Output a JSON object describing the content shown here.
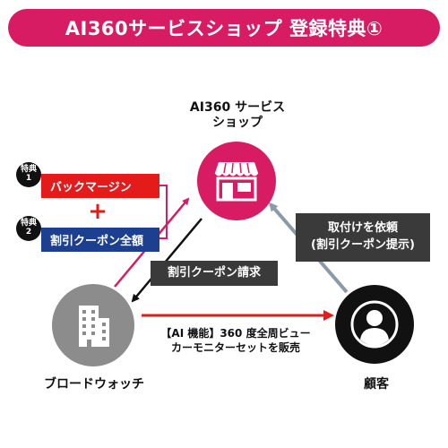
{
  "title": "AI360サービスショップ 登録特典①",
  "nodes": {
    "shop": {
      "label_line1": "AI360 サービス",
      "label_line2": "ショップ",
      "icon": "store-icon"
    },
    "broad_watch": {
      "label": "ブロードウォッチ",
      "icon": "building-icon"
    },
    "customer": {
      "label": "顧客",
      "icon": "person-icon"
    }
  },
  "benefits": {
    "badge1": {
      "line1": "特典",
      "line2": "1"
    },
    "badge2": {
      "line1": "特典",
      "line2": "2"
    },
    "bar1": "バックマージン",
    "plus": "+",
    "bar2": "割引クーポン全額"
  },
  "flows": {
    "coupon_request": "割引クーポン請求",
    "request_line1": "取付けを依頼",
    "request_line2": "(割引クーポン提示)",
    "sale_line1": "【AI 機能】360 度全周ビュー",
    "sale_line2": "カーモニターセットを販売"
  },
  "colors": {
    "brand_pink": "#d81c64",
    "red": "#e41b1b",
    "navy": "#1d3f8f",
    "dark_box": "#3a3a3a",
    "gray_node": "#8c8c8c",
    "black_node": "#111111"
  }
}
